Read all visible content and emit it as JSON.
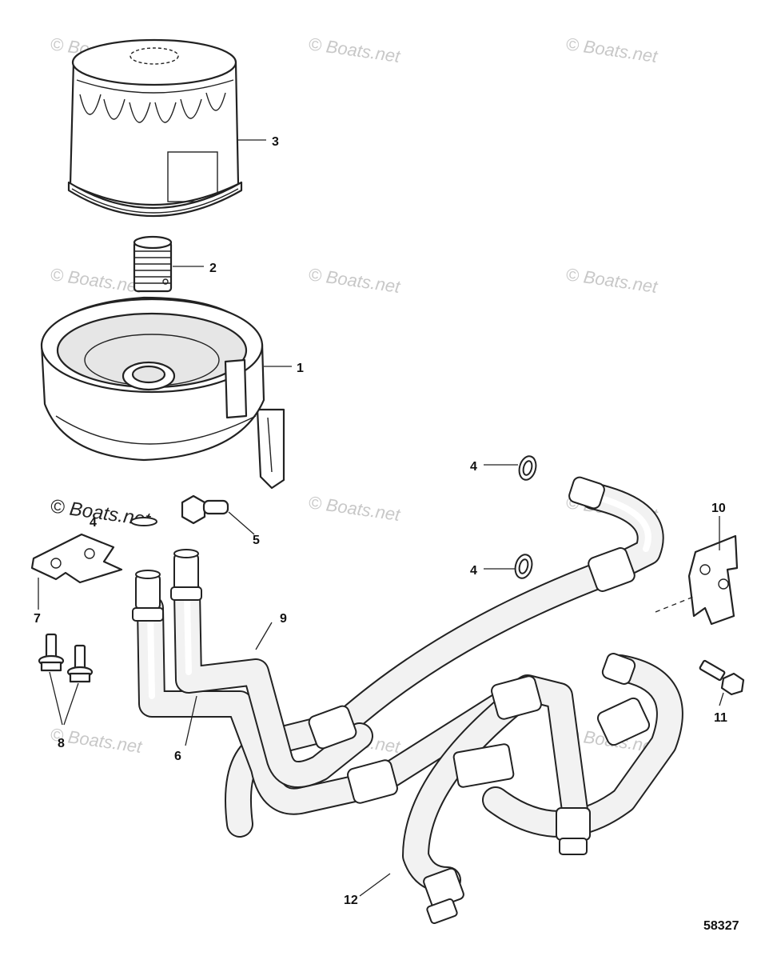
{
  "diagram": {
    "callouts": {
      "c1": "1",
      "c2": "2",
      "c3": "3",
      "c4a": "4",
      "c4b": "4",
      "c4c": "4",
      "c5": "5",
      "c6": "6",
      "c7": "7",
      "c8": "8",
      "c9": "9",
      "c10": "10",
      "c11": "11",
      "c12": "12"
    },
    "figure_number": "58327",
    "watermark": "© Boats.net"
  }
}
